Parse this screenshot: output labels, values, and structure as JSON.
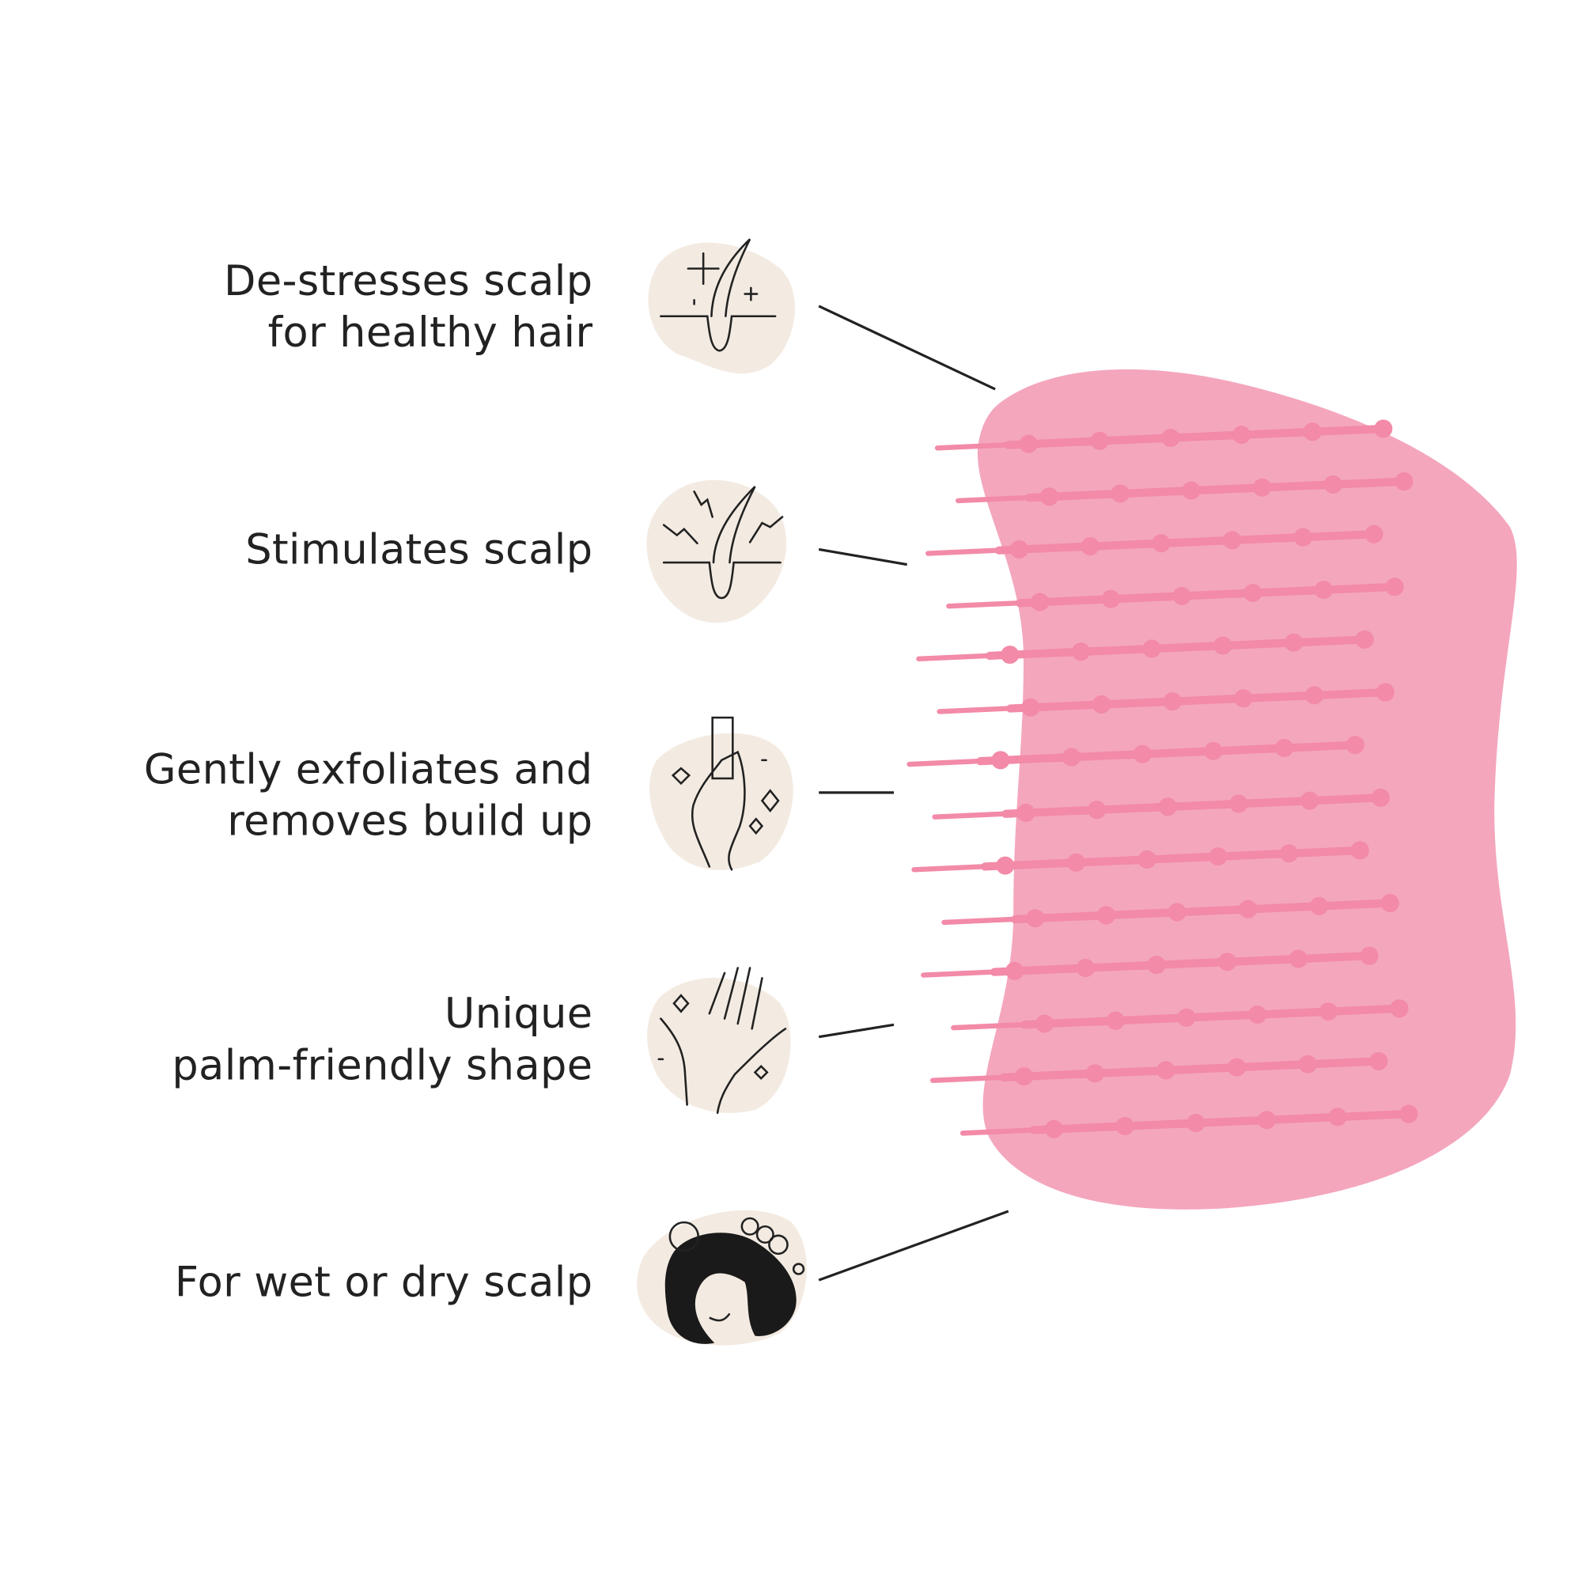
{
  "features": [
    {
      "lines": [
        "De-stresses scalp",
        "for healthy hair"
      ],
      "icon": "hair-follicle-sparkle-icon"
    },
    {
      "lines": [
        "Stimulates scalp"
      ],
      "icon": "hair-follicle-stimulate-icon"
    },
    {
      "lines": [
        "Gently exfoliates and",
        "removes build up"
      ],
      "icon": "hand-holding-brush-icon"
    },
    {
      "lines": [
        "Unique",
        "palm-friendly shape"
      ],
      "icon": "open-hand-icon"
    },
    {
      "lines": [
        "For wet or dry scalp"
      ],
      "icon": "woman-washing-hair-icon"
    }
  ],
  "colors": {
    "brush": "#f4a3bb",
    "bristle": "#f28aa8",
    "blob": "#f3ebe2",
    "text": "#222222"
  }
}
